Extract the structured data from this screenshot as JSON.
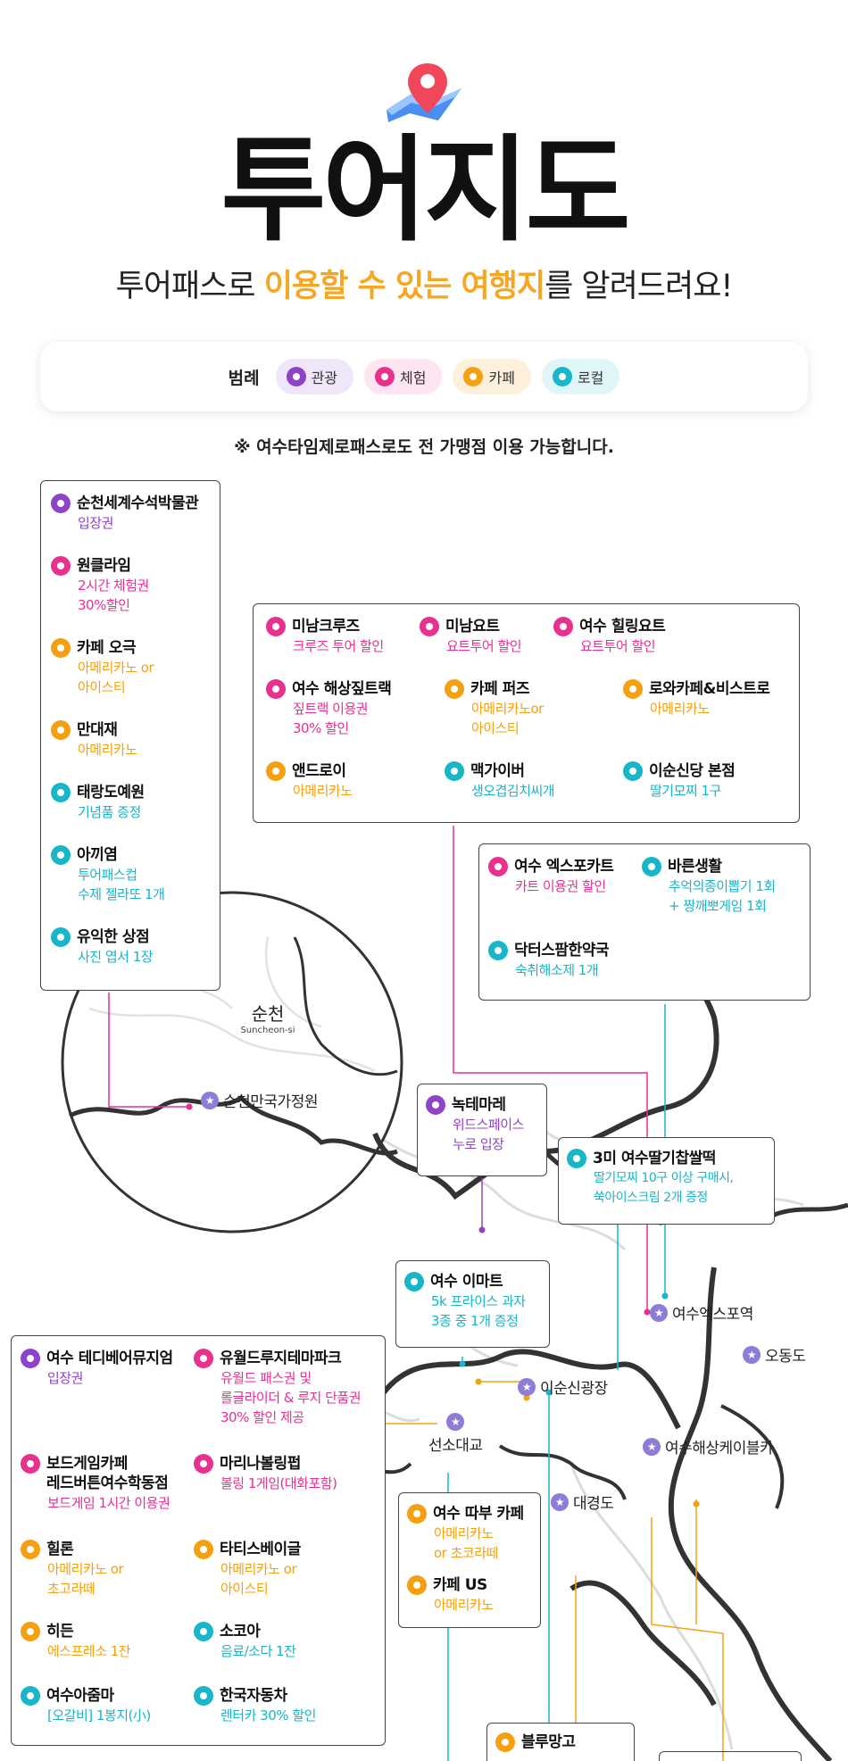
{
  "header": {
    "title": "투어지도",
    "subtitle_pre": "투어패스로 ",
    "subtitle_hl1": "이용할 수 있는 여행지",
    "subtitle_post": "를 알려드려요!"
  },
  "legend": {
    "label": "범례",
    "items": [
      {
        "label": "관광",
        "color": "#8e44c8",
        "bg": "#efe6fa"
      },
      {
        "label": "체험",
        "color": "#e8318f",
        "bg": "#fde6f1"
      },
      {
        "label": "카페",
        "color": "#f5a011",
        "bg": "#fef1dc"
      },
      {
        "label": "로컬",
        "color": "#19b5c8",
        "bg": "#dff5f8"
      }
    ]
  },
  "notice": "※ 여수타임제로패스로도 전 가맹점 이용 가능합니다.",
  "city": {
    "name": "순천",
    "roman": "Suncheon-si"
  },
  "boxes": {
    "suncheon": [
      {
        "name": "순천세계수석박물관",
        "desc": "입장권",
        "cat": "purple"
      },
      {
        "name": "원클라임",
        "desc": "2시간 체험권\n30%할인",
        "cat": "pink"
      },
      {
        "name": "카페 오극",
        "desc": "아메리카노 or\n아이스티",
        "cat": "orange"
      },
      {
        "name": "만대재",
        "desc": "아메리카노",
        "cat": "orange"
      },
      {
        "name": "태랑도예원",
        "desc": "기념품 증정",
        "cat": "teal"
      },
      {
        "name": "아끼염",
        "desc": "투어패스컵\n수제 젤라또 1개",
        "cat": "teal"
      },
      {
        "name": "유익한 상점",
        "desc": "사진 엽서 1장",
        "cat": "teal"
      }
    ],
    "marina": [
      {
        "name": "미남크루즈",
        "desc": "크루즈 투어 할인",
        "cat": "pink"
      },
      {
        "name": "미남요트",
        "desc": "요트투어 할인",
        "cat": "pink"
      },
      {
        "name": "여수 힐링요트",
        "desc": "요트투어 할인",
        "cat": "pink"
      },
      {
        "name": "여수 해상짚트랙",
        "desc": "짚트랙 이용권\n30% 할인",
        "cat": "pink"
      },
      {
        "name": "카페 퍼즈",
        "desc": "아메리카노or\n아이스티",
        "cat": "orange"
      },
      {
        "name": "로와카페&비스트로",
        "desc": "아메리카노",
        "cat": "orange"
      },
      {
        "name": "앤드로이",
        "desc": "아메리카노",
        "cat": "orange"
      },
      {
        "name": "맥가이버",
        "desc": "생오겹김치씨개",
        "cat": "teal"
      },
      {
        "name": "이순신당 본점",
        "desc": "딸기모찌 1구",
        "cat": "teal"
      }
    ],
    "expo": [
      {
        "name": "여수 엑스포카트",
        "desc": "카트 이용권 할인",
        "cat": "pink"
      },
      {
        "name": "바른생활",
        "desc": "추억의종이뽑기 1회\n+ 짱깨뽀게임 1회",
        "cat": "teal"
      },
      {
        "name": "닥터스팜한약국",
        "desc": "숙취해소제 1개",
        "cat": "teal"
      }
    ],
    "noktemare": [
      {
        "name": "녹테마레",
        "desc": "위드스페이스\n누로 입장",
        "cat": "purple"
      }
    ],
    "strawberry": [
      {
        "name": "3미 여수딸기찹쌀떡",
        "desc": "딸기모찌 10구 이상 구매시,\n쑥아이스크림 2개 증정",
        "cat": "teal"
      }
    ],
    "emart": [
      {
        "name": "여수 이마트",
        "desc": "5k 프라이스 과자\n3종 중 1개 증정",
        "cat": "teal"
      }
    ],
    "yeosu": [
      {
        "name": "여수 테디베어뮤지엄",
        "desc": "입장권",
        "cat": "purple"
      },
      {
        "name": "유월드루지테마파크",
        "desc": "유월드 패스권 및\n롤글라이더 & 루지 단품권\n30% 할인 제공",
        "cat": "pink"
      },
      {
        "name": "보드게임카페\n레드버튼여수학동점",
        "desc": "보드게임 1시간 이용권",
        "cat": "pink"
      },
      {
        "name": "마리나볼링펍",
        "desc": "볼링 1게임(대화포함)",
        "cat": "pink"
      },
      {
        "name": "힐론",
        "desc": "아메리카노 or\n초고라떼",
        "cat": "orange"
      },
      {
        "name": "타티스베이글",
        "desc": "아메리카노 or\n아이스티",
        "cat": "orange"
      },
      {
        "name": "히든",
        "desc": "에스프레소 1잔",
        "cat": "orange"
      },
      {
        "name": "소코아",
        "desc": "음료/소다 1잔",
        "cat": "teal"
      },
      {
        "name": "여수아줌마",
        "desc": "[오갈비] 1봉지(小)",
        "cat": "teal"
      },
      {
        "name": "한국자동차",
        "desc": "렌터카 30% 할인",
        "cat": "teal"
      }
    ],
    "ttabu": [
      {
        "name": "여수 따부 카페",
        "desc": "아메리카노\nor 초코라떼",
        "cat": "orange"
      },
      {
        "name": "카페 US",
        "desc": "아메리카노",
        "cat": "orange"
      }
    ],
    "bluemango": [
      {
        "name": "블루망고",
        "desc": "",
        "cat": "orange"
      }
    ]
  },
  "poi": {
    "garden": "순천만국가정원",
    "expo_station": "여수엑스포역",
    "odongdo": "오동도",
    "isunsin_square": "이순신광장",
    "seonso": "선소대교",
    "cablecar": "여수해상케이블카",
    "daegyeongdo": "대경도"
  }
}
